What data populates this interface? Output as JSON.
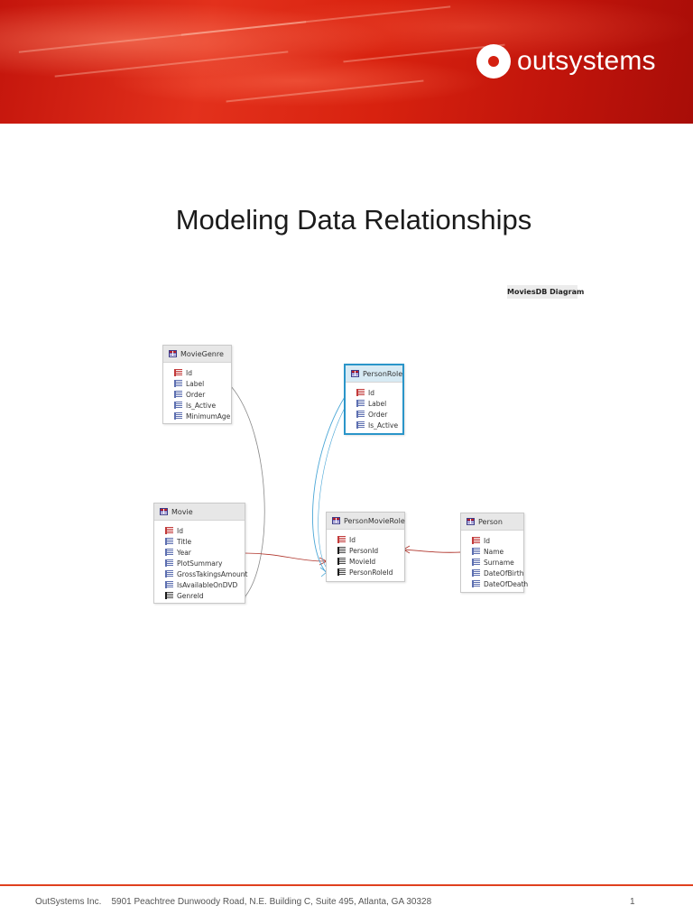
{
  "brand": {
    "logo_text": "outsystems",
    "accent": "#d42010"
  },
  "document": {
    "title": "Modeling Data Relationships"
  },
  "diagram": {
    "title": "MoviesDB Diagram",
    "entities": {
      "movie_genre": {
        "name": "MovieGenre",
        "attributes": [
          "Id",
          "Label",
          "Order",
          "Is_Active",
          "MinimumAge"
        ]
      },
      "person_role": {
        "name": "PersonRole",
        "attributes": [
          "Id",
          "Label",
          "Order",
          "Is_Active"
        ]
      },
      "movie": {
        "name": "Movie",
        "attributes": [
          "Id",
          "Title",
          "Year",
          "PlotSummary",
          "GrossTakingsAmount",
          "IsAvailableOnDVD",
          "GenreId"
        ]
      },
      "person_movie_role": {
        "name": "PersonMovieRole",
        "attributes": [
          "Id",
          "PersonId",
          "MovieId",
          "PersonRoleId"
        ]
      },
      "person": {
        "name": "Person",
        "attributes": [
          "Id",
          "Name",
          "Surname",
          "DateOfBirth",
          "DateOfDeath"
        ]
      }
    },
    "colors": {
      "selected_border": "#2a95c9",
      "relationship_line": "#b0352c",
      "person_role_line": "#4aa6d6"
    }
  },
  "footer": {
    "text": "OutSystems Inc.    5901 Peachtree Dunwoody Road, N.E. Building C, Suite 495, Atlanta, GA 30328",
    "page": "1"
  }
}
